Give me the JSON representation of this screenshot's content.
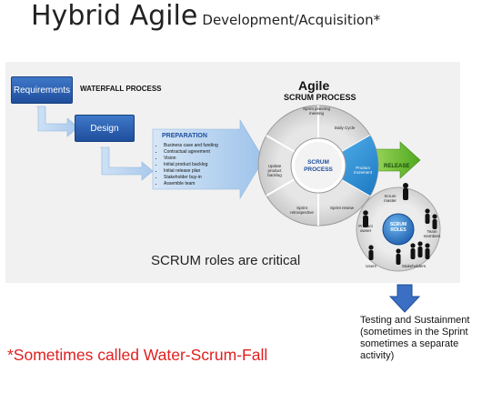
{
  "title": {
    "main": "Hybrid Agile",
    "sub": "Development/Acquisition*"
  },
  "waterfall": {
    "heading": "WATERFALL PROCESS",
    "steps": [
      "Requirements",
      "Design"
    ]
  },
  "preparation": {
    "heading": "PREPARATION",
    "items": [
      "Business case and funding",
      "Contractual agreement",
      "Vision",
      "Initial product backlog",
      "Initial release plan",
      "Stakeholder buy-in",
      "Assemble team"
    ]
  },
  "agile": {
    "title": "Agile",
    "subtitle": "SCRUM PROCESS",
    "center_label": "SCRUM\nPROCESS",
    "cycle_steps": [
      "Sprint planning meeting",
      "Daily Cycle",
      "Product Increment",
      "Sprint review",
      "Sprint retrospective",
      "Update product backlog"
    ],
    "release": "RELEASE"
  },
  "roles": {
    "center_label": "SCRUM ROLES",
    "labels": [
      "Scrum master",
      "Team members",
      "Stakeholders",
      "Users",
      "Product owner"
    ]
  },
  "critical_text": "SCRUM roles are critical",
  "testing_text": "Testing and Sustainment (sometimes in the Sprint sometimes a separate activity)",
  "footnote": "*Sometimes called Water-Scrum-Fall",
  "colors": {
    "waterfall_blue": "#2a5ea8",
    "arrow_light_blue": "#b5d2ee",
    "release_green": "#6fbf2a",
    "footnote_red": "#e02020",
    "down_arrow_blue": "#3a6fc4"
  }
}
